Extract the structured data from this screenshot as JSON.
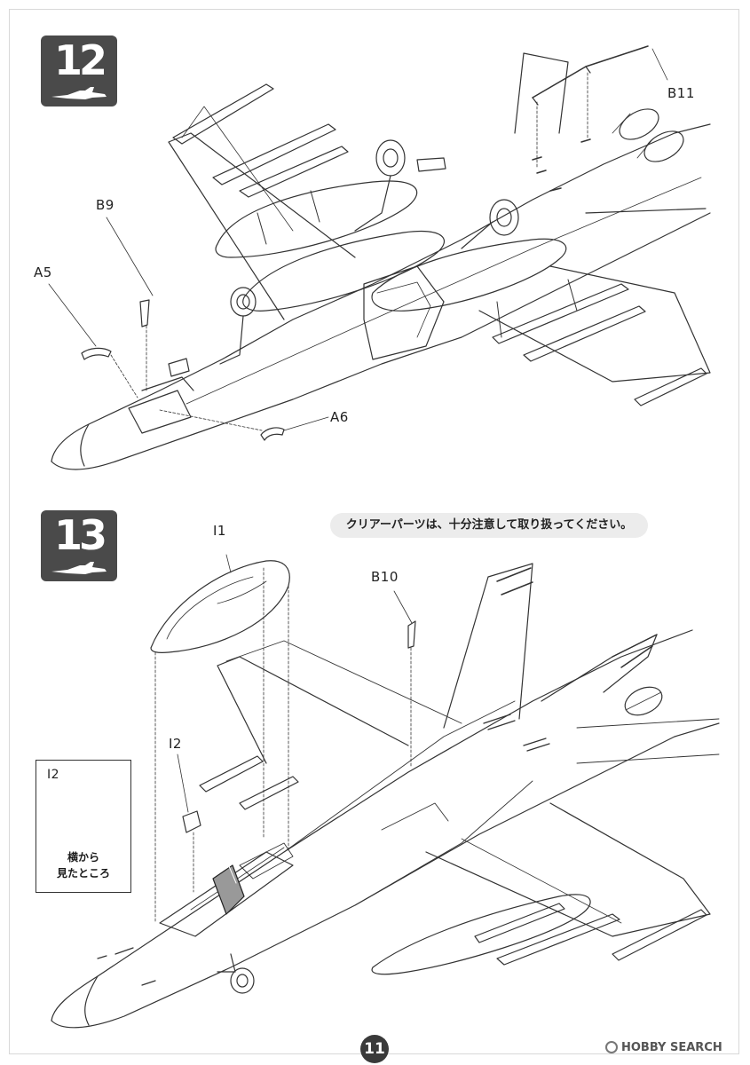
{
  "steps": [
    {
      "number": "12",
      "parts": {
        "b11": "B11",
        "b9": "B9",
        "a5": "A5",
        "a6": "A6"
      }
    },
    {
      "number": "13",
      "notice": "クリアーパーツは、十分注意して取り扱ってください。",
      "parts": {
        "i1": "I1",
        "b10": "B10",
        "i2": "I2"
      },
      "inset": {
        "part": "I2",
        "caption_line1": "横から",
        "caption_line2": "見たところ"
      }
    }
  ],
  "footer": {
    "page_number": "11",
    "watermark": "HOBBY SEARCH"
  },
  "colors": {
    "badge": "#4a4a4a",
    "line": "#333333",
    "notice_bg": "#ececec"
  }
}
